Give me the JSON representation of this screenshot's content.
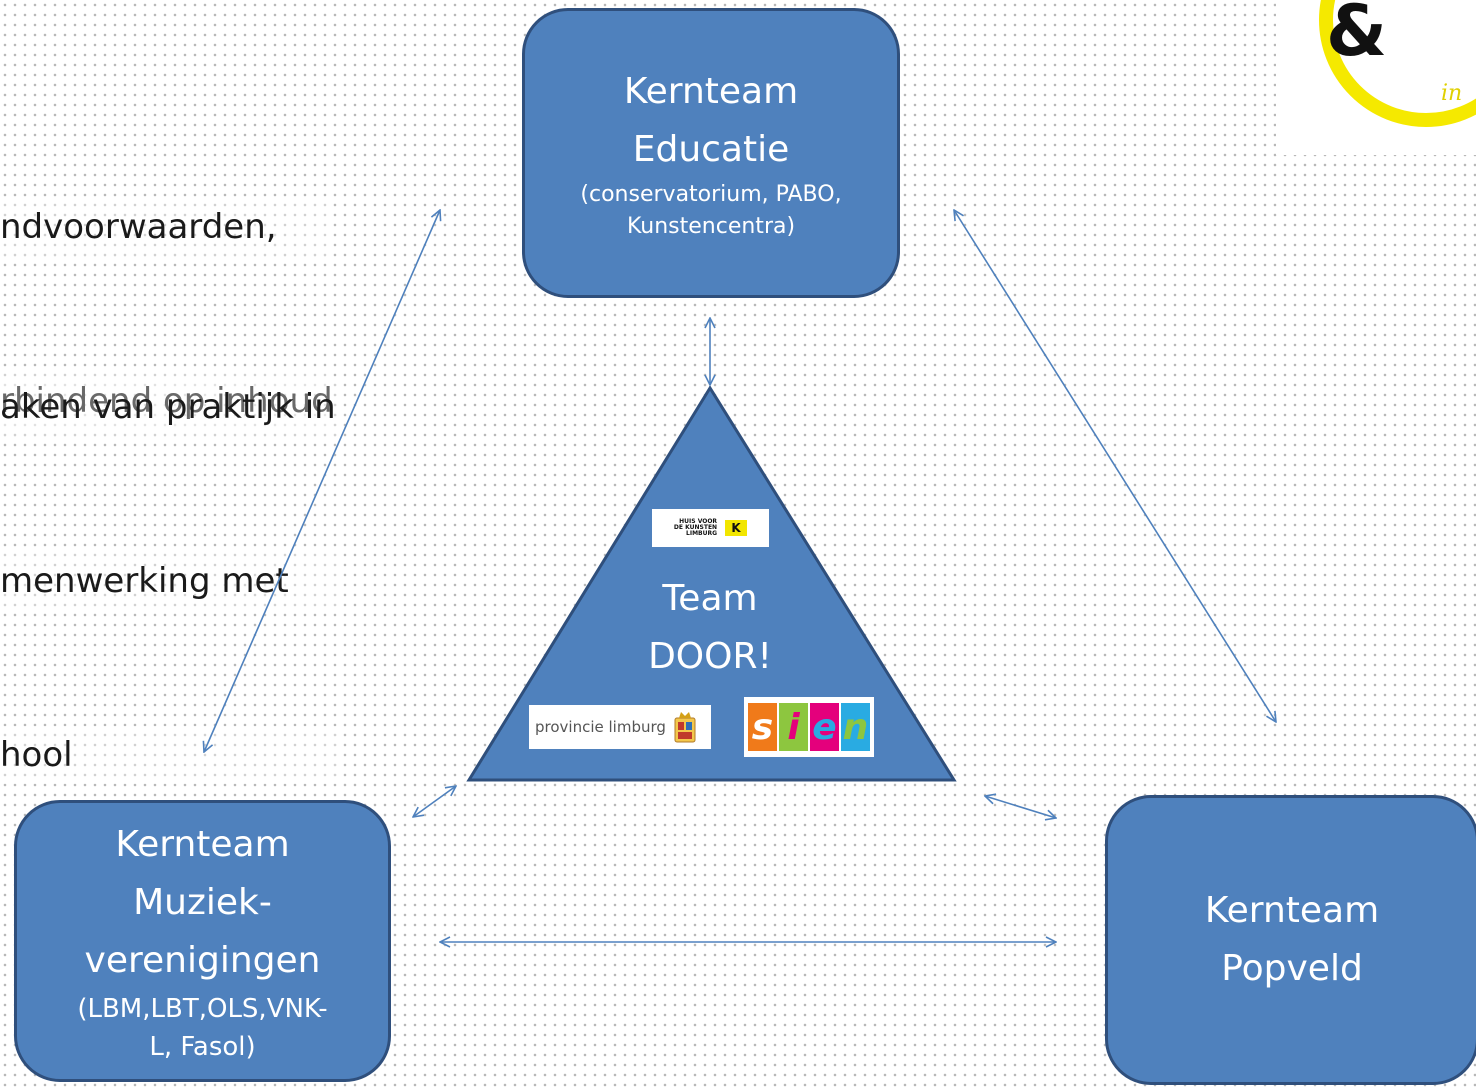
{
  "background_text": {
    "line1": "ndvoorwaarden,",
    "line2": "rbindend op inhoud",
    "line3": "aken van praktijk in",
    "line4": "menwerking met",
    "line5": "hool"
  },
  "boxes": {
    "educatie": {
      "title1": "Kernteam",
      "title2": "Educatie",
      "sub1": "(conservatorium, PABO,",
      "sub2": "Kunstencentra)"
    },
    "muziek": {
      "title1": "Kernteam",
      "title2": "Muziek-",
      "title3": "verenigingen",
      "sub1": "(LBM,LBT,OLS,VNK-",
      "sub2": "L, Fasol)"
    },
    "popveld": {
      "title1": "Kernteam",
      "title2": "Popveld"
    }
  },
  "center": {
    "line1": "Team",
    "line2": "DOOR!"
  },
  "logos": {
    "huis_voor_de_kunsten": {
      "line1": "HUIS VOOR",
      "line2": "DE KUNSTEN",
      "line3": "LIMBURG",
      "mark": "K"
    },
    "provincie": {
      "text": "provincie limburg",
      "icon": "coat-of-arms-icon"
    },
    "sien": {
      "letters": [
        "s",
        "i",
        "e",
        "n"
      ],
      "colors": [
        "#f07a1a",
        "#8dc63f",
        "#e4007c",
        "#29abe2"
      ]
    },
    "corner": {
      "mark": "&",
      "text": "in"
    }
  },
  "colors": {
    "box_fill": "#4f81bd",
    "box_border": "#2f4f7c",
    "arrow": "#4f81bd",
    "corner_ring": "#f5e900"
  }
}
